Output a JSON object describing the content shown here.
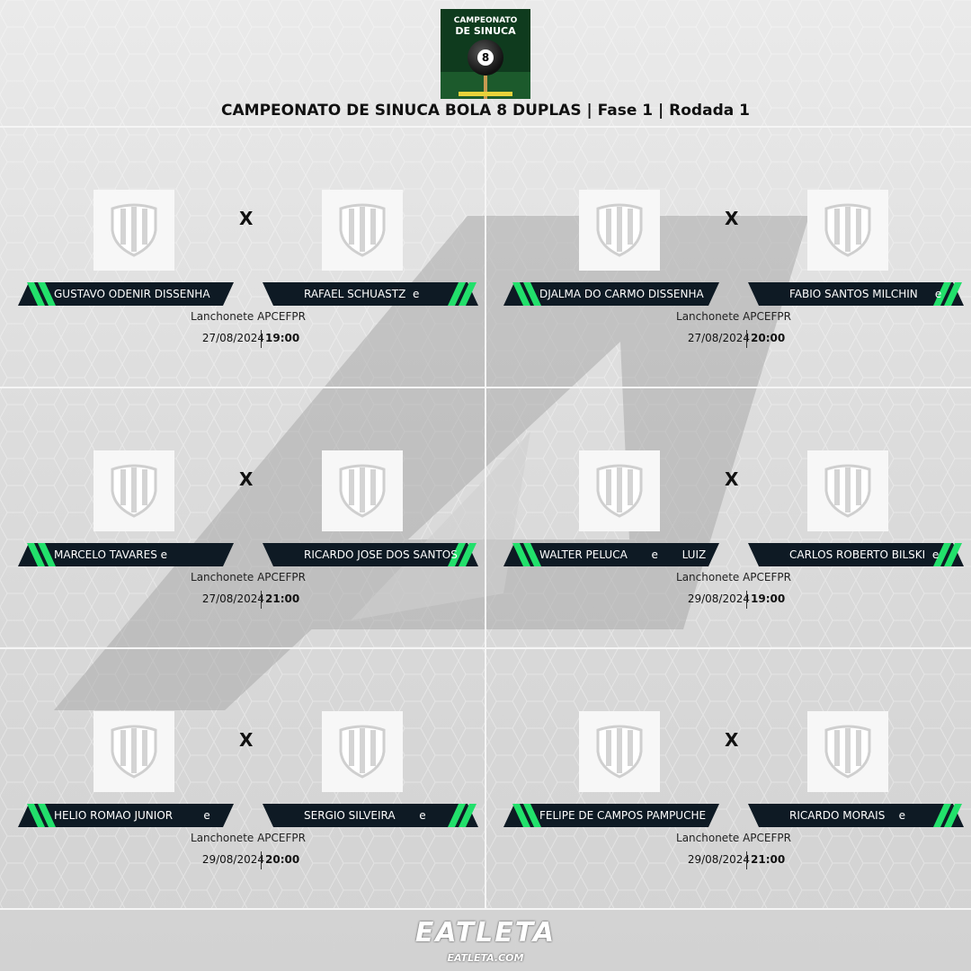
{
  "poster": {
    "line1": "CAMPEONATO",
    "line2": "DE SINUCA",
    "ball_number": "8"
  },
  "title": "CAMPEONATO DE SINUCA BOLA 8 DUPLAS | Fase 1 | Rodada 1",
  "vs_label": "X",
  "colors": {
    "accent": "#22e06b",
    "bar": "#0e1a24"
  },
  "matches": [
    {
      "team_a": "GUSTAVO ODENIR DISSENHA",
      "team_b": "RAFAEL SCHUASTZ  e",
      "venue": "Lanchonete APCEFPR",
      "date": "27/08/2024",
      "time": "19:00"
    },
    {
      "team_a": "DJALMA DO CARMO DISSENHA",
      "team_b": "FABIO SANTOS MILCHIN     e",
      "venue": "Lanchonete APCEFPR",
      "date": "27/08/2024",
      "time": "20:00"
    },
    {
      "team_a": "MARCELO TAVARES e",
      "team_b": "RICARDO JOSE DOS SANTOS",
      "venue": "Lanchonete APCEFPR",
      "date": "27/08/2024",
      "time": "21:00"
    },
    {
      "team_a": "WALTER PELUCA       e       LUIZ",
      "team_b": "CARLOS ROBERTO BILSKI  e",
      "venue": "Lanchonete APCEFPR",
      "date": "29/08/2024",
      "time": "19:00"
    },
    {
      "team_a": "HELIO ROMAO JUNIOR         e",
      "team_b": "SERGIO SILVEIRA       e",
      "venue": "Lanchonete APCEFPR",
      "date": "29/08/2024",
      "time": "20:00"
    },
    {
      "team_a": "FELIPE DE CAMPOS PAMPUCHE",
      "team_b": "RICARDO MORAIS    e",
      "venue": "Lanchonete APCEFPR",
      "date": "29/08/2024",
      "time": "21:00"
    }
  ],
  "footer": {
    "brand": "EATLETA",
    "url": "EATLETA.COM"
  }
}
